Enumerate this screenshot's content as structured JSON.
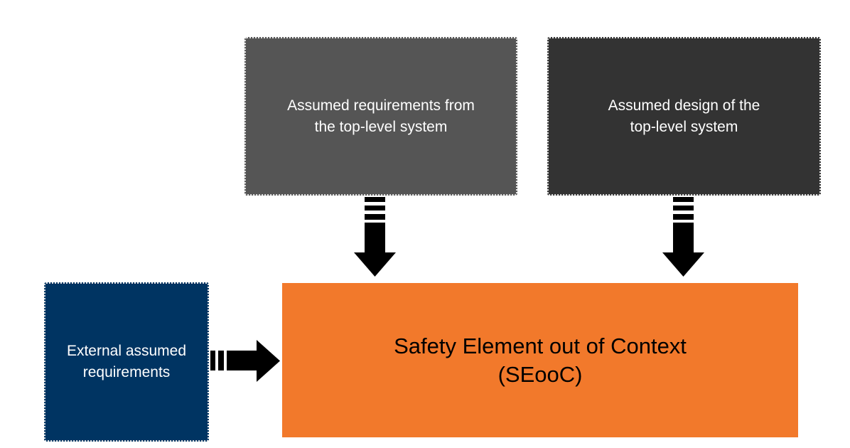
{
  "diagram": {
    "nodes": {
      "assumed_requirements": {
        "text": "Assumed requirements from\nthe top-level system",
        "color": "#555555"
      },
      "assumed_design": {
        "text": "Assumed design of the\ntop-level system",
        "color": "#333333"
      },
      "external_requirements": {
        "text": "External assumed\nrequirements",
        "color": "#003462"
      },
      "seooc": {
        "text": "Safety Element out of Context\n(SEooC)",
        "color": "#f2792b"
      }
    },
    "edges": [
      {
        "from": "assumed_requirements",
        "to": "seooc",
        "style": "striped-arrow"
      },
      {
        "from": "assumed_design",
        "to": "seooc",
        "style": "striped-arrow"
      },
      {
        "from": "external_requirements",
        "to": "seooc",
        "style": "striped-arrow"
      }
    ]
  }
}
